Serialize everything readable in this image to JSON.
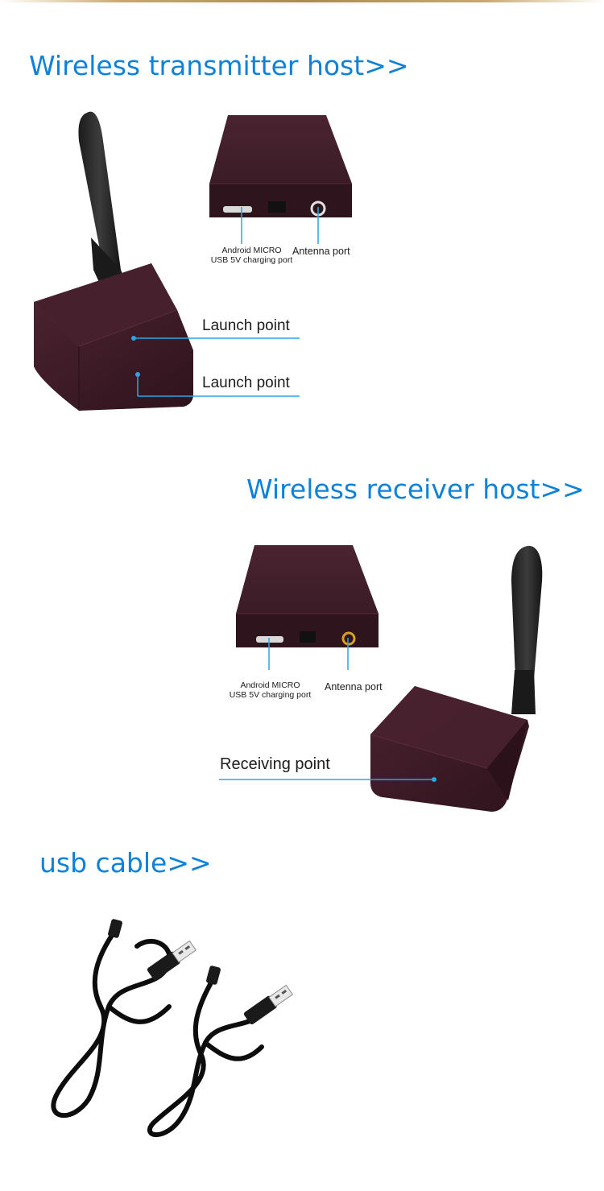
{
  "colors": {
    "heading": "#0d82d8",
    "leader_line": "#2aa6e0",
    "device_body": "#3a1a24",
    "antenna": "#2a2a2a"
  },
  "transmitter": {
    "heading": "Wireless transmitter host>>",
    "port_label_usb": "Android MICRO\nUSB 5V charging port",
    "port_label_antenna": "Antenna port",
    "callout_1": "Launch point",
    "callout_2": "Launch point"
  },
  "receiver": {
    "heading": "Wireless receiver host>>",
    "port_label_usb": "Android MICRO\nUSB 5V charging port",
    "port_label_antenna": "Antenna port",
    "callout_1": "Receiving point"
  },
  "cable": {
    "heading": "usb cable>>"
  }
}
